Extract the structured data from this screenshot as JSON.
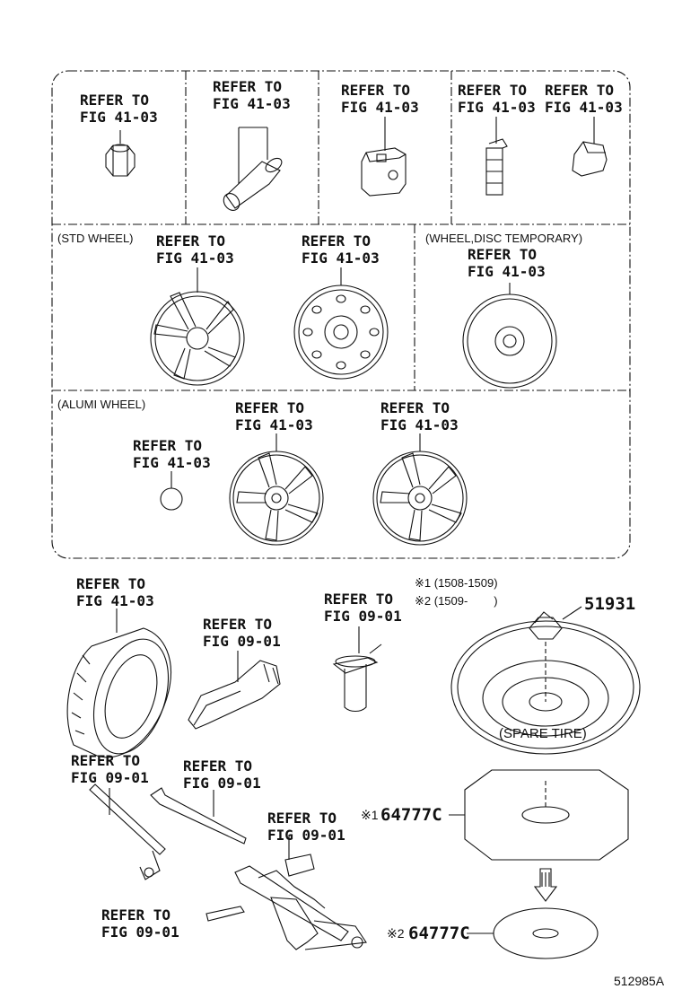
{
  "refer_4103": "REFER TO\nFIG 41-03",
  "refer_0901": "REFER TO\nFIG 09-01",
  "sections": {
    "std_wheel": "(STD WHEEL)",
    "temp_wheel": "(WHEEL,DISC TEMPORARY)",
    "alumi_wheel": "(ALUMI WHEEL)"
  },
  "notes": {
    "note1": "※1 (1508-1509)",
    "note2": "※2 (1509-        )"
  },
  "spare_tire_label": "(SPARE TIRE)",
  "parts": {
    "carrier": "51931",
    "cover1_mark": "※1",
    "cover1_num": "64777C",
    "cover2_mark": "※2",
    "cover2_num": "64777C"
  },
  "diagram_id": "512985A"
}
